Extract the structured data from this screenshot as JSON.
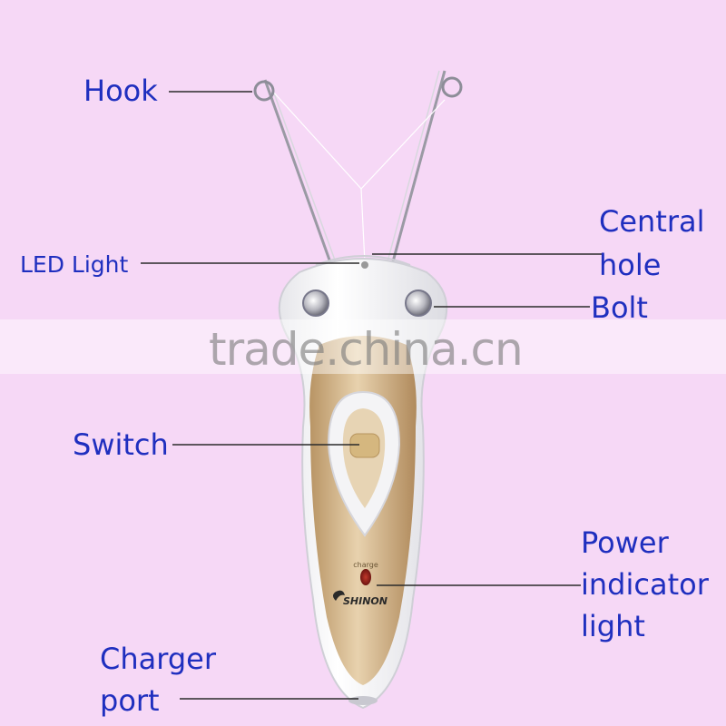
{
  "labels": {
    "hook": "Hook",
    "led_light": "LED Light",
    "central_hole_1": "Central",
    "central_hole_2": "hole",
    "bolt": "Bolt",
    "switch": "Switch",
    "power_1": "Power",
    "power_2": "indicator",
    "power_3": "light",
    "charger_1": "Charger",
    "charger_2": "port"
  },
  "device": {
    "brand": "SHINON",
    "charge_text": "charge"
  },
  "watermark": "trade.china.cn",
  "colors": {
    "background": "#f6d8f6",
    "label": "#1f2fbf",
    "gold": "#c9a777",
    "body": "#ffffff"
  }
}
